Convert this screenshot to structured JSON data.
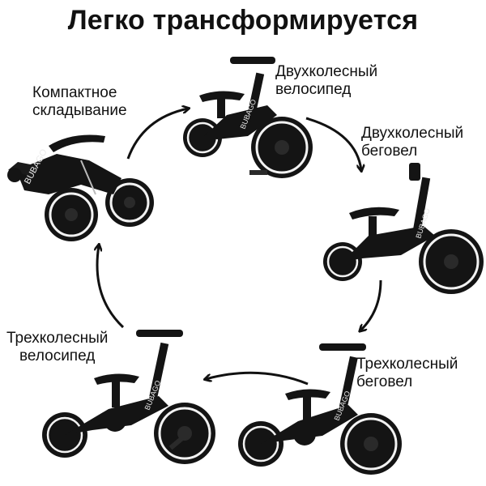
{
  "title": "Легко трансформируется",
  "brand_text": "BUBAGO",
  "colors": {
    "bike_body": "#141414",
    "wheel_rim": "#f2f2f2",
    "arrow": "#111111",
    "text": "#111111"
  },
  "modes": [
    {
      "id": "folding",
      "lines": [
        "Компактное",
        "складывание"
      ]
    },
    {
      "id": "two-wheel-bike",
      "lines": [
        "Двухколесный",
        "велосипед"
      ]
    },
    {
      "id": "two-wheel-balance",
      "lines": [
        "Двухколесный",
        "беговел"
      ]
    },
    {
      "id": "three-wheel-balance",
      "lines": [
        "Трехколесный",
        "беговел"
      ]
    },
    {
      "id": "three-wheel-bike",
      "lines": [
        "Трехколесный",
        "велосипед"
      ]
    }
  ]
}
